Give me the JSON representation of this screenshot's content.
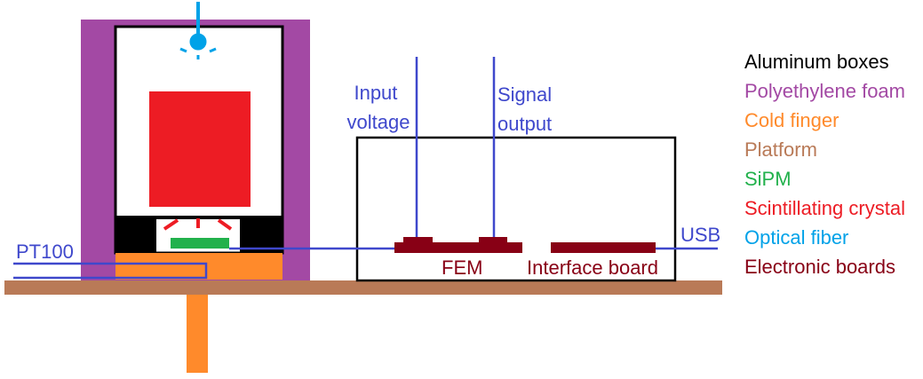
{
  "colors": {
    "aluminum": "#000000",
    "foam": "#a349a4",
    "cold_finger": "#ff8a2b",
    "platform": "#b97a57",
    "sipm": "#22b14c",
    "crystal": "#ed1c24",
    "fiber": "#00a2e8",
    "boards": "#880015",
    "wire": "#3f48cc"
  },
  "labels": {
    "input_voltage": [
      "Input",
      "voltage"
    ],
    "signal_output": [
      "Signal",
      "output"
    ],
    "pt100": "PT100",
    "usb": "USB",
    "fem": "FEM",
    "interface_board": "Interface board"
  },
  "legend": [
    {
      "text": "Aluminum boxes",
      "color": "#000000"
    },
    {
      "text": "Polyethylene foam",
      "color": "#a349a4"
    },
    {
      "text": "Cold finger",
      "color": "#ff8a2b"
    },
    {
      "text": "Platform",
      "color": "#b97a57"
    },
    {
      "text": "SiPM",
      "color": "#22b14c"
    },
    {
      "text": "Scintillating crystal",
      "color": "#ed1c24"
    },
    {
      "text": "Optical fiber",
      "color": "#00a2e8"
    },
    {
      "text": "Electronic boards",
      "color": "#880015"
    }
  ]
}
